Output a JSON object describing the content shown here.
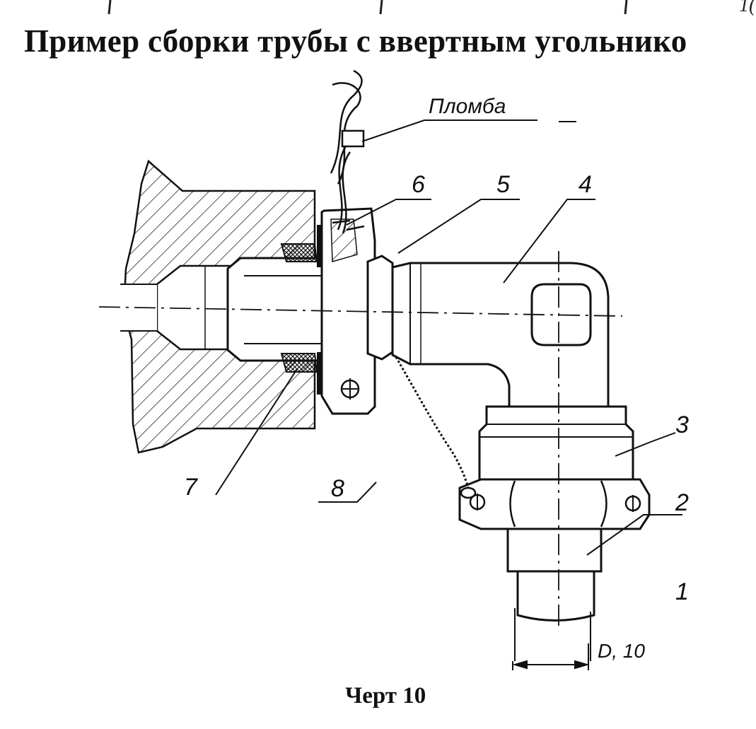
{
  "title": "Пример сборки трубы с ввертным угольнико",
  "corner_fragment": "1(",
  "caption": "Черт 10",
  "labels": {
    "plomba": "Пломба",
    "l1": "1",
    "l2": "2",
    "l3": "3",
    "l4": "4",
    "l5": "5",
    "l6": "6",
    "l7": "7",
    "l8": "8",
    "dim": "D, 10"
  }
}
